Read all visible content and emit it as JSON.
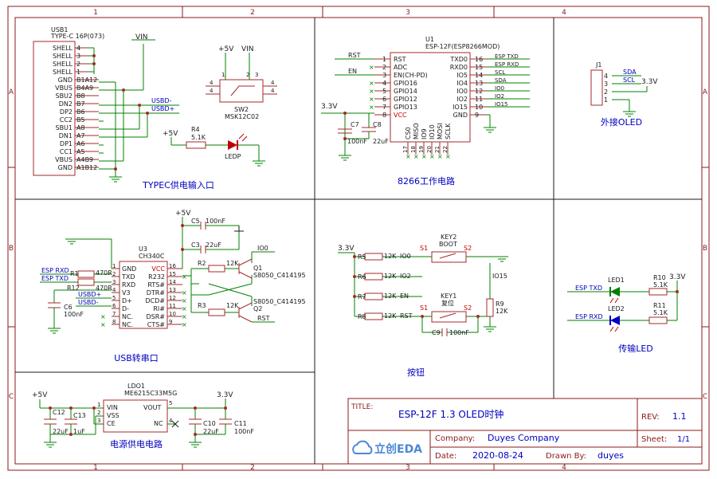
{
  "frame": {
    "columns": [
      "1",
      "2",
      "3",
      "4"
    ],
    "rows": [
      "A",
      "B",
      "C"
    ]
  },
  "sections": {
    "typec": "TYPEC供电输入口",
    "esp": "8266工作电路",
    "oled": "外接OLED",
    "usb_serial": "USB转串口",
    "buttons": "按钮",
    "led": "传输LED",
    "power": "电源供电电路"
  },
  "usb1": {
    "ref": "USB1",
    "value": "TYPE-C 16P(073)",
    "left_pins": [
      "SHELL",
      "SHELL",
      "SHELL",
      "SHELL",
      "GND",
      "VBUS",
      "SBU2",
      "DN2",
      "DP2",
      "CC2",
      "SBU1",
      "DN1",
      "DP1",
      "CC1",
      "VBUS",
      "GND"
    ],
    "right_pins": [
      "4",
      "3",
      "2",
      "1",
      "B1A12",
      "B4A9",
      "B8",
      "B7",
      "B6",
      "B5",
      "A8",
      "A7",
      "A6",
      "A5",
      "A4B9",
      "A1B12"
    ],
    "nets": [
      "VIN",
      "USBD-",
      "USBD+"
    ]
  },
  "sw2": {
    "ref": "SW2",
    "value": "MSK12C02",
    "net_5v": "+5V",
    "net_vin": "VIN",
    "pins": [
      "1",
      "2",
      "3",
      "4",
      "4",
      "4",
      "4"
    ]
  },
  "r4": {
    "ref": "R4",
    "value": "5.1K",
    "net": "+5V",
    "led": "LEDP"
  },
  "u1": {
    "ref": "U1",
    "value": "ESP-12F(ESP8266MOD)",
    "left_pins": [
      {
        "num": "1",
        "name": "RST",
        "net": "RST"
      },
      {
        "num": "2",
        "name": "ADC",
        "net": ""
      },
      {
        "num": "3",
        "name": "EN(CH-PD)",
        "net": "EN"
      },
      {
        "num": "4",
        "name": "GPIO16",
        "net": ""
      },
      {
        "num": "5",
        "name": "GPIO14",
        "net": ""
      },
      {
        "num": "6",
        "name": "GPIO12",
        "net": ""
      },
      {
        "num": "7",
        "name": "GPIO13",
        "net": ""
      },
      {
        "num": "8",
        "name": "VCC",
        "net": ""
      }
    ],
    "right_pins": [
      {
        "num": "16",
        "name": "TXD0",
        "net": "ESP TXD"
      },
      {
        "num": "15",
        "name": "RXD0",
        "net": "ESP RXD"
      },
      {
        "num": "14",
        "name": "IO5",
        "net": "SCL"
      },
      {
        "num": "13",
        "name": "IO4",
        "net": "SDA"
      },
      {
        "num": "12",
        "name": "IO0",
        "net": "IO0"
      },
      {
        "num": "11",
        "name": "IO2",
        "net": "IO2"
      },
      {
        "num": "10",
        "name": "IO15",
        "net": "IO15"
      },
      {
        "num": "9",
        "name": "GND",
        "net": ""
      }
    ],
    "bottom_pins": [
      {
        "num": "17",
        "name": "CS0"
      },
      {
        "num": "18",
        "name": "MISO"
      },
      {
        "num": "19",
        "name": "IO9"
      },
      {
        "num": "20",
        "name": "IO10"
      },
      {
        "num": "21",
        "name": "MOSI"
      },
      {
        "num": "22",
        "name": "SCLK"
      }
    ],
    "net_33": "3.3V",
    "c7": "C7",
    "c7_val": "100nF",
    "c8": "C8",
    "c8_val": "22uF"
  },
  "j1": {
    "ref": "J1",
    "pins": [
      "4",
      "3",
      "2",
      "1"
    ],
    "nets": [
      "SDA",
      "SCL",
      "3.3V"
    ]
  },
  "u3": {
    "ref": "U3",
    "value": "CH340C",
    "left_pins": [
      {
        "num": "1",
        "name": "GND"
      },
      {
        "num": "2",
        "name": "TXD"
      },
      {
        "num": "3",
        "name": "RXD"
      },
      {
        "num": "4",
        "name": "V3"
      },
      {
        "num": "5",
        "name": "D+"
      },
      {
        "num": "6",
        "name": "D-"
      },
      {
        "num": "7",
        "name": "NC."
      },
      {
        "num": "8",
        "name": "NC."
      }
    ],
    "right_pins": [
      {
        "num": "16",
        "name": "VCC"
      },
      {
        "num": "15",
        "name": "R232"
      },
      {
        "num": "14",
        "name": "RTS#"
      },
      {
        "num": "13",
        "name": "DTR#"
      },
      {
        "num": "12",
        "name": "DCD#"
      },
      {
        "num": "11",
        "name": "RI#"
      },
      {
        "num": "10",
        "name": "DSR#"
      },
      {
        "num": "9",
        "name": "CTS#"
      }
    ],
    "net_5v": "+5V",
    "c5": "C5",
    "c5_val": "100nF",
    "c3": "C3",
    "c3_val": "22uF",
    "r1": "R1",
    "r1_val": "470R",
    "r12": "R12",
    "r12_val": "470R",
    "c6": "C6",
    "c6_val": "100nF",
    "net_esp_rxd": "ESP RXD",
    "net_esp_txd": "ESP TXD",
    "net_usbdp": "USBD+",
    "net_usbdn": "USBD-"
  },
  "autoreset": {
    "r2": "R2",
    "r2_val": "12K",
    "r3": "R3",
    "r3_val": "12K",
    "q1": "Q1",
    "q1_val": "S8050_C414195",
    "q2": "Q2",
    "q2_val": "S8050_C414195",
    "net_io0": "IO0",
    "net_rst": "RST"
  },
  "buttons": {
    "net_33": "3.3V",
    "r5": "R5",
    "r5_val": "12K",
    "r5_net": "IO0",
    "r6": "R6",
    "r6_val": "12K",
    "r6_net": "IO2",
    "r7": "R7",
    "r7_val": "12K",
    "r7_net": "EN",
    "r8": "R8",
    "r8_val": "12K",
    "r8_net": "RST",
    "key2": "KEY2",
    "key2_val": "BOOT",
    "key1": "KEY1",
    "key1_val": "复位",
    "s1": "S1",
    "s2": "S2",
    "r9": "R9",
    "r9_val": "12K",
    "net_io15": "IO15",
    "c9": "C9",
    "c9_val": "100nF"
  },
  "leds": {
    "net_33": "3.3V",
    "led1": "LED1",
    "led2": "LED2",
    "r10": "R10",
    "r10_val": "5.1K",
    "r11": "R11",
    "r11_val": "5.1K",
    "net_txd": "ESP TXD",
    "net_rxd": "ESP RXD"
  },
  "ldo": {
    "ref": "LDO1",
    "value": "ME6215C33M5G",
    "pins_left": [
      {
        "num": "1",
        "name": "VIN"
      },
      {
        "num": "2",
        "name": "VSS"
      },
      {
        "num": "3",
        "name": "CE"
      }
    ],
    "pins_right": [
      {
        "num": "5",
        "name": "VOUT"
      },
      {
        "num": "4",
        "name": "NC"
      }
    ],
    "net_5v": "+5V",
    "net_33": "3.3V",
    "c12": "C12",
    "c12_val": "22uF",
    "c13": "C13",
    "c13_val": "1uF",
    "c10": "C10",
    "c10_val": "22uF",
    "c11": "C11",
    "c11_val": "100nF"
  },
  "title_block": {
    "title_label": "TITLE:",
    "title": "ESP-12F 1.3 OLED时钟",
    "rev_label": "REV:",
    "rev": "1.1",
    "company_label": "Company:",
    "company": "Duyes Company",
    "sheet_label": "Sheet:",
    "sheet": "1/1",
    "date_label": "Date:",
    "date": "2020-08-24",
    "drawn_label": "Drawn By:",
    "drawn": "duyes",
    "logo": "立创EDA"
  },
  "colors": {
    "frame": "#8b1a1a",
    "wire": "#008000",
    "part": "#a52a2a",
    "pin_red": "#c00000",
    "net": "#1a1a1a",
    "label_blue": "#0000c0",
    "logo": "#4d88d4"
  }
}
